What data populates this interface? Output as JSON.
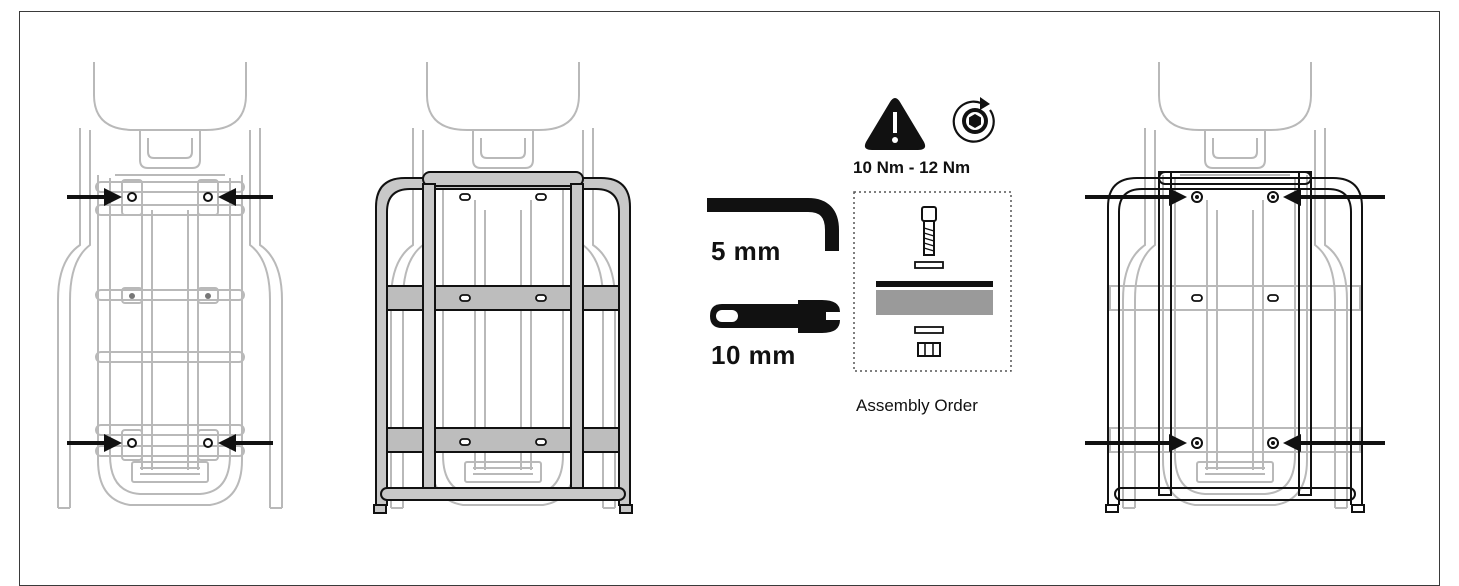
{
  "tools": {
    "hex_key_label": "5 mm",
    "wrench_label": "10 mm"
  },
  "torque": {
    "value_label": "10 Nm - 12 Nm",
    "icons": [
      "warning-icon",
      "torque-rotation-icon"
    ]
  },
  "assembly": {
    "caption": "Assembly Order",
    "stack_order": [
      "bolt",
      "washer",
      "rack",
      "mount",
      "washer",
      "nut"
    ]
  },
  "colors": {
    "line": "#b9b9b9",
    "ink": "#111111",
    "rack_fill": "#bdbdbd",
    "mount_fill": "#9a9a9a"
  },
  "panels": [
    {
      "step": "locate-mount-points",
      "arrows": 4
    },
    {
      "step": "position-rack",
      "arrows": 0
    },
    {
      "step": "fasten-bolts",
      "arrows": 4
    }
  ]
}
